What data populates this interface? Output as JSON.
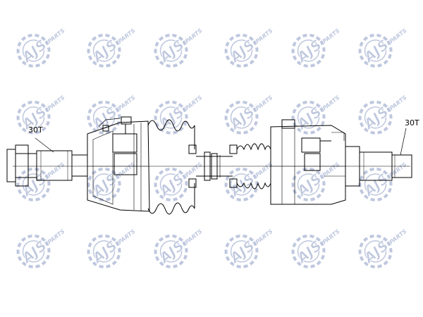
{
  "watermark": {
    "brand": "AJS",
    "suffix": "PARTS",
    "color": "#1a3a8a"
  },
  "labels": {
    "left_spline": "30T",
    "right_spline": "30T"
  },
  "colors": {
    "line": "#000000",
    "background": "#ffffff"
  }
}
